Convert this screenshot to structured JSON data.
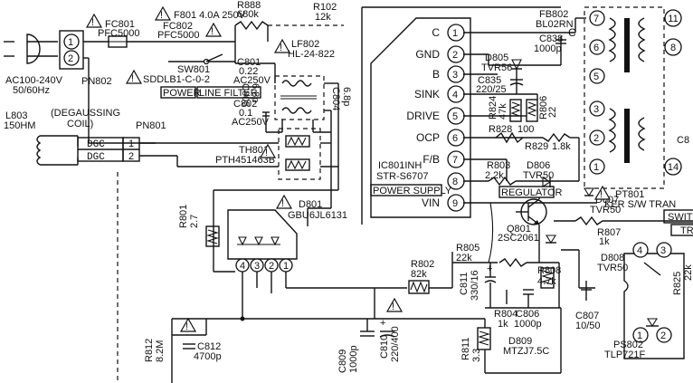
{
  "labels": {
    "ac_input": "AC100-240V",
    "ac_freq": "50/60Hz",
    "pn802": "PN802",
    "pn801": "PN801",
    "l803_name": "L803",
    "l803_val": "150HM",
    "degauss": "(DEGAUSSING",
    "coil": "COIL)",
    "dgc": "DGC",
    "f801": "F801 4.0A 250V",
    "fc801": "FC801",
    "pfc5000a": "PFC5000",
    "fc802": "FC802",
    "pfc5000b": "PFC5000",
    "r888": "R888",
    "r888_val": "680k",
    "r102": "R102",
    "r102_val": "12k",
    "lf802": "LF802",
    "lf802_val": "HL-24-822",
    "sw801": "SW801",
    "sw801_val": "SDDLB1-C-0-2",
    "power": "POWER",
    "line_filter": "LINE FILTER",
    "c801": "C801",
    "c801_val": "0.22",
    "c801_v": "AC250V",
    "c802": "C802",
    "c802_val": "0.1",
    "c802_v": "AC250V",
    "c804": "C804",
    "c804_val": "6.8p",
    "c805": "C805",
    "c805_val": "6.8p",
    "th801": "TH801",
    "th801_val": "PTH451463B",
    "d801": "D801",
    "d801_val": "GBU6JL6131",
    "r801": "R801",
    "r801_val": "2.7",
    "r812": "R812",
    "r812_val": "8.2M",
    "c812": "C812",
    "c812_val": "4700p",
    "c809": "C809",
    "c809_val": "1000p",
    "c810": "C810",
    "c810_val": "220/400",
    "r802": "R802",
    "r802_val": "82k",
    "ic_name": "IC801INH",
    "ic_part": "STR-S6707",
    "ic_box": "POWER SUPPLY",
    "regulator": "REGULATOR",
    "pins": [
      {
        "num": "1",
        "name": "C"
      },
      {
        "num": "2",
        "name": "GND"
      },
      {
        "num": "3",
        "name": "B"
      },
      {
        "num": "4",
        "name": "SINK"
      },
      {
        "num": "5",
        "name": "DRIVE"
      },
      {
        "num": "6",
        "name": "OCP"
      },
      {
        "num": "7",
        "name": "F/B"
      },
      {
        "num": "8",
        "name": ""
      },
      {
        "num": "9",
        "name": "VIN"
      }
    ],
    "fb802": "FB802",
    "fb802_val": "BL02RN",
    "c838": "C838",
    "c838_val": "1000p",
    "d805": "D805",
    "d805_val": "TVR56",
    "c835": "C835",
    "c835_val": "220/25",
    "r824": "R824",
    "r824_val": "47k",
    "r806": "R806",
    "r806_val": "22",
    "r828": "R828",
    "r828_val": "100",
    "r829": "R829",
    "r829_val": "1.8k",
    "r803": "R803",
    "r803_val": "2.2k",
    "d806": "D806",
    "d806_val": "TVR50",
    "q801": "Q801",
    "q801_val": "2SC2061",
    "d807": "D807",
    "d807_val": "TVR50",
    "r807": "R807",
    "r807_val": "1k",
    "d808": "D808",
    "d808_val": "TVR50",
    "r805": "R805",
    "r805_val": "22k",
    "r808": "R808",
    "r808_val": "4.7k",
    "c811": "C811",
    "c811_val": "330/16",
    "r804": "R804",
    "r804_val": "1k",
    "c806": "C806",
    "c806_val": "1000p",
    "c807": "C807",
    "c807_val": "10/50",
    "r811": "R811",
    "r811_val": "3.3",
    "d809": "D809",
    "d809_val": "MTZJ7.5C",
    "pt801": "PT801",
    "pt801_val": "KER S/W TRAN",
    "switch_box": "SWIT",
    "tr_box": "TR",
    "ps802": "PS802",
    "ps802_val": "TLP721F",
    "r825": "R825",
    "r825_val": "22k",
    "c8x": "C8",
    "tx_left": [
      "7",
      "6",
      "5",
      "3",
      "2",
      "1"
    ],
    "tx_right": [
      "11",
      "8",
      "14"
    ],
    "pn802_pins": [
      "1",
      "2"
    ],
    "pn801_pins": [
      "1",
      "2"
    ],
    "d801_pins": [
      "4",
      "3",
      "2",
      "1"
    ],
    "ps_pins": [
      "4",
      "3",
      "1",
      "2"
    ],
    "plus": "+"
  }
}
